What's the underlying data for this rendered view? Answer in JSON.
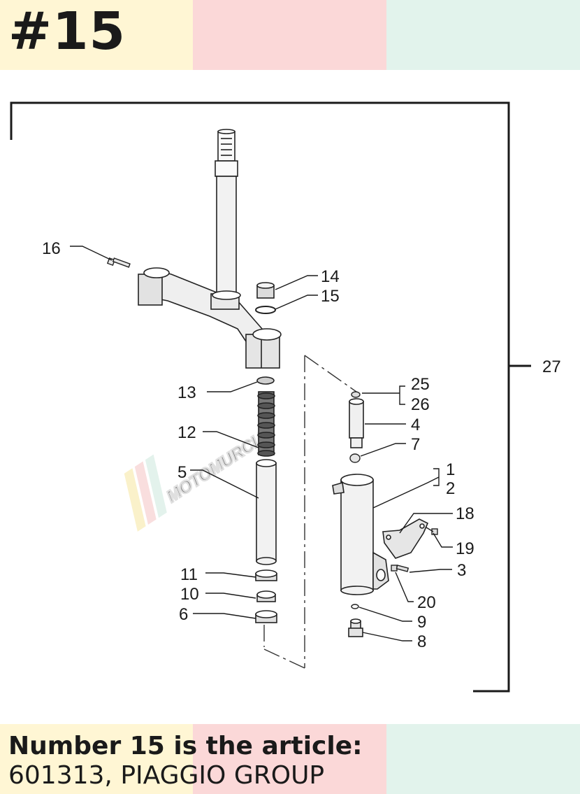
{
  "header": {
    "title": "#15"
  },
  "watermark": {
    "text": "MOTOMURCIA"
  },
  "diagram": {
    "assembly_label": "27",
    "callouts": {
      "c16": "16",
      "c14": "14",
      "c15": "15",
      "c13": "13",
      "c12": "12",
      "c5": "5",
      "c11": "11",
      "c10": "10",
      "c6": "6",
      "c25": "25",
      "c26": "26",
      "c4": "4",
      "c7": "7",
      "c1": "1",
      "c2": "2",
      "c18": "18",
      "c19": "19",
      "c3": "3",
      "c20": "20",
      "c9": "9",
      "c8": "8"
    }
  },
  "footer": {
    "line1": "Number 15 is the article:",
    "line2": "601313, PIAGGIO GROUP"
  }
}
